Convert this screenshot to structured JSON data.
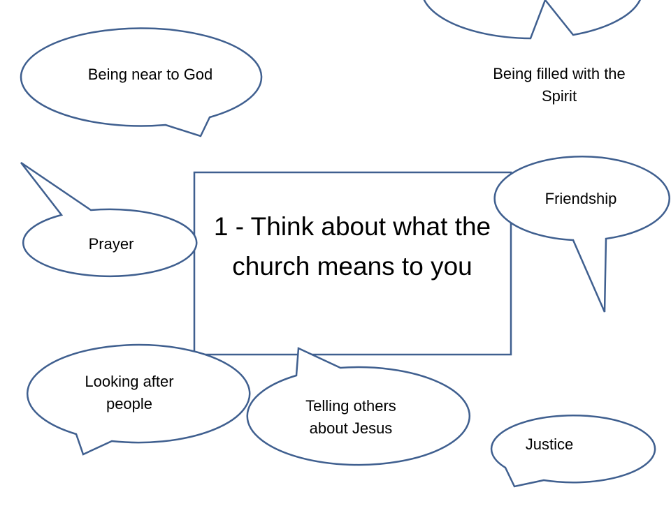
{
  "center": {
    "title": "1 - Think about what the church means to you"
  },
  "bubbles": [
    {
      "id": "near-god",
      "text": "Being near to God"
    },
    {
      "id": "filled-spirit",
      "text": "Being filled with the Spirit"
    },
    {
      "id": "friendship",
      "text": "Friendship"
    },
    {
      "id": "prayer",
      "text": "Prayer"
    },
    {
      "id": "looking-after",
      "text": "Looking after people"
    },
    {
      "id": "telling-others",
      "text": "Telling others about Jesus"
    },
    {
      "id": "justice",
      "text": "Justice"
    }
  ],
  "colors": {
    "outline": "#3F5F8F",
    "fill": "#FFFFFF",
    "text": "#000000"
  }
}
